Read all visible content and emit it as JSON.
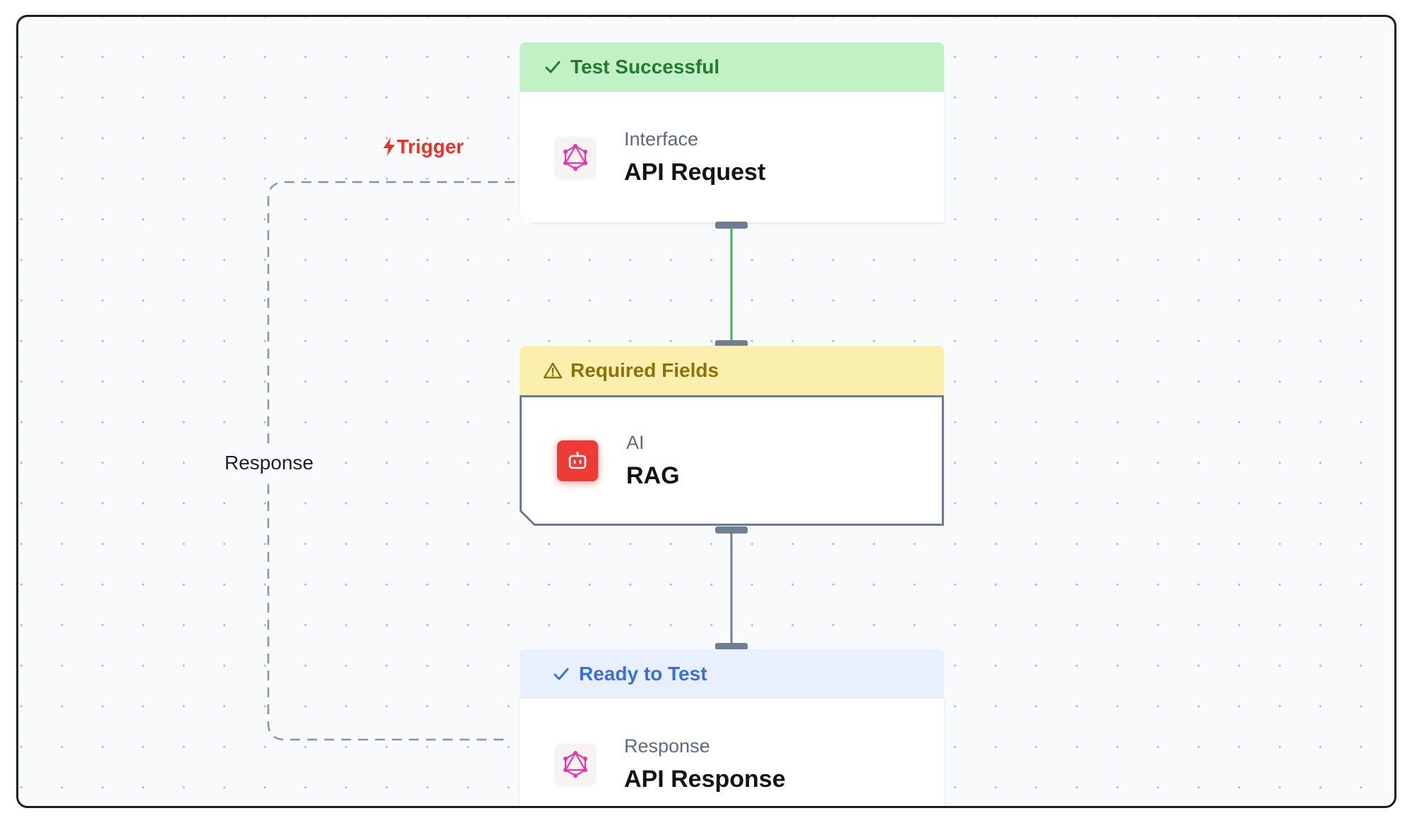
{
  "trigger_label": "Trigger",
  "response_edge_label": "Response",
  "nodes": [
    {
      "status": "Test Successful",
      "status_type": "success",
      "category": "Interface",
      "title": "API Request",
      "icon": "graphql-icon"
    },
    {
      "status": "Required Fields",
      "status_type": "warning",
      "category": "AI",
      "title": "RAG",
      "icon": "robot-icon"
    },
    {
      "status": "Ready to Test",
      "status_type": "ready",
      "category": "Response",
      "title": "API Response",
      "icon": "graphql-icon"
    }
  ],
  "colors": {
    "success_bg": "#c1f1c4",
    "success_text": "#237a32",
    "warning_bg": "#fbefae",
    "warning_text": "#8d7209",
    "ready_bg": "#e9f0fd",
    "ready_text": "#3a6fd6",
    "trigger": "#e5332a",
    "edge_active": "#3cb54a",
    "edge_default": "#6e7f93",
    "ai_icon_bg": "#ef3b35",
    "graphql_icon": "#e535ab"
  }
}
